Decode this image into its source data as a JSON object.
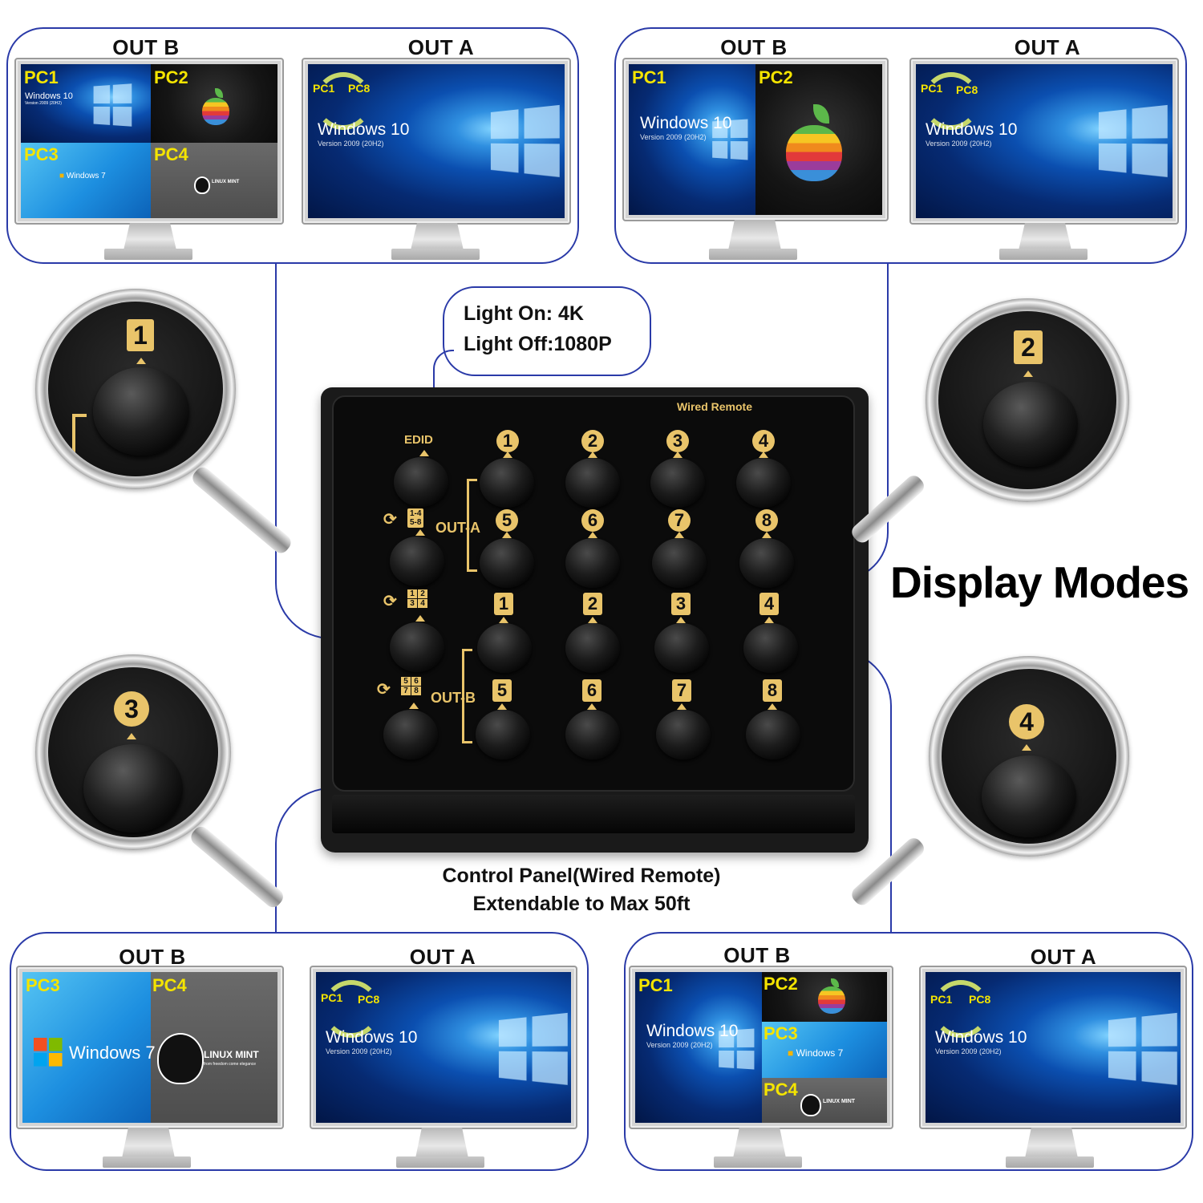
{
  "labels": {
    "out_b": "OUT B",
    "out_a": "OUT A"
  },
  "screens": {
    "pc1": "PC1",
    "pc2": "PC2",
    "pc3": "PC3",
    "pc4": "PC4",
    "pc8": "PC8",
    "win10_title": "Windows 10",
    "win10_version": "Version 2009  (20H2)",
    "win7": "Windows 7",
    "mint_title": "LINUX MINT",
    "mint_tagline": "from freedom come elegance"
  },
  "bubble": {
    "line1": "Light On: 4K",
    "line2": "Light Off:1080P"
  },
  "remote": {
    "brand": "Wired Remote",
    "edid": "EDID",
    "out_a": "OUT-A",
    "out_b": "OUT-B",
    "range_1_4": "1-4",
    "range_5_8": "5-8",
    "grid_1234": [
      "1",
      "2",
      "3",
      "4"
    ],
    "grid_5678": [
      "5",
      "6",
      "7",
      "8"
    ],
    "numbers": [
      "1",
      "2",
      "3",
      "4",
      "5",
      "6",
      "7",
      "8"
    ]
  },
  "title": "Display Modes",
  "caption": {
    "line1": "Control Panel(Wired Remote)",
    "line2": "Extendable to Max 50ft"
  },
  "magnifiers": [
    "1",
    "2",
    "3",
    "4"
  ],
  "colors": {
    "border_blue": "#2a3aa8",
    "gold": "#e9c46a",
    "pc_yellow": "#f4e400"
  }
}
